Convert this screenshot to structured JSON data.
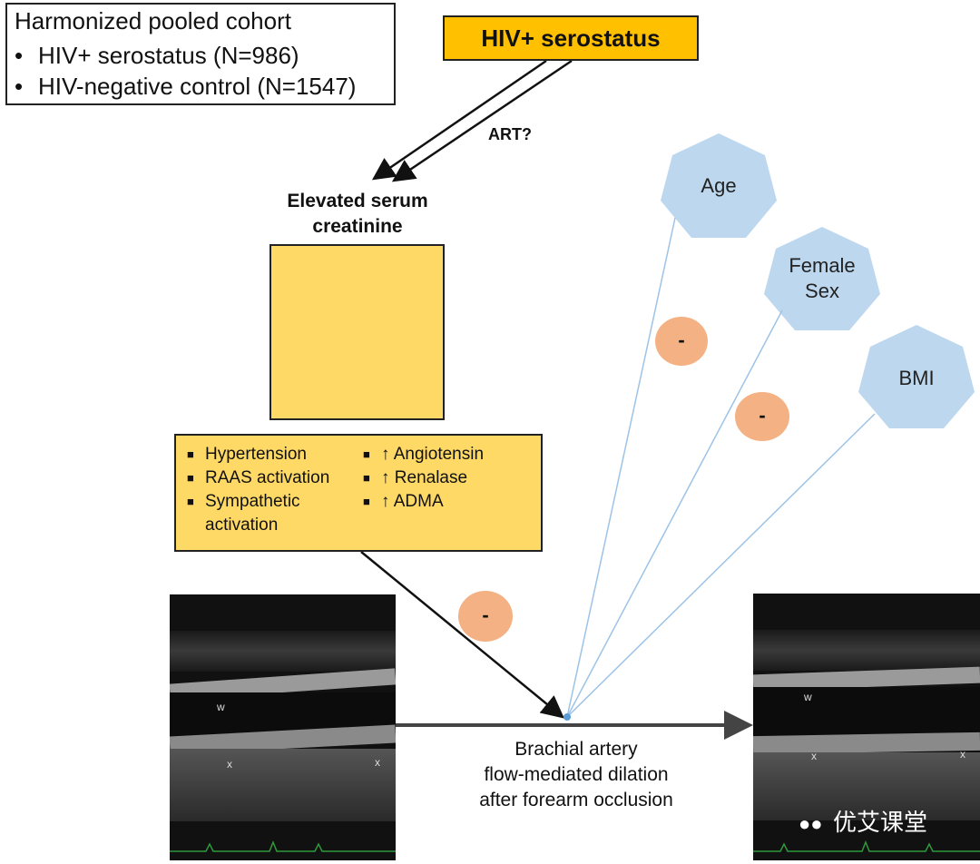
{
  "cohort": {
    "title": "Harmonized pooled cohort",
    "items": [
      "HIV+ serostatus (N=986)",
      "HIV-negative control (N=1547)"
    ]
  },
  "hiv_box": "HIV+ serostatus",
  "art_label": "ART?",
  "creatinine_label": "Elevated serum creatinine",
  "effects": {
    "left": [
      "Hypertension",
      "RAAS activation",
      "Sympathetic",
      "activation"
    ],
    "right": [
      "↑ Angiotensin",
      "↑ Renalase",
      "↑ ADMA"
    ]
  },
  "covariates": {
    "age": "Age",
    "female_sex": [
      "Female",
      "Sex"
    ],
    "bmi": "BMI"
  },
  "minus_sign": "-",
  "fmd_label": [
    "Brachial artery",
    "flow-mediated dilation",
    "after forearm occlusion"
  ],
  "ultrasound_marks": {
    "wall": "w",
    "cross": "x"
  },
  "watermark": "优艾课堂",
  "colors": {
    "hiv_box": "#ffc000",
    "yellow_box": "#ffd966",
    "heptagon": "#bdd7ee",
    "minus_circle": "#f4b183",
    "thin_line": "#9dc3e6"
  }
}
